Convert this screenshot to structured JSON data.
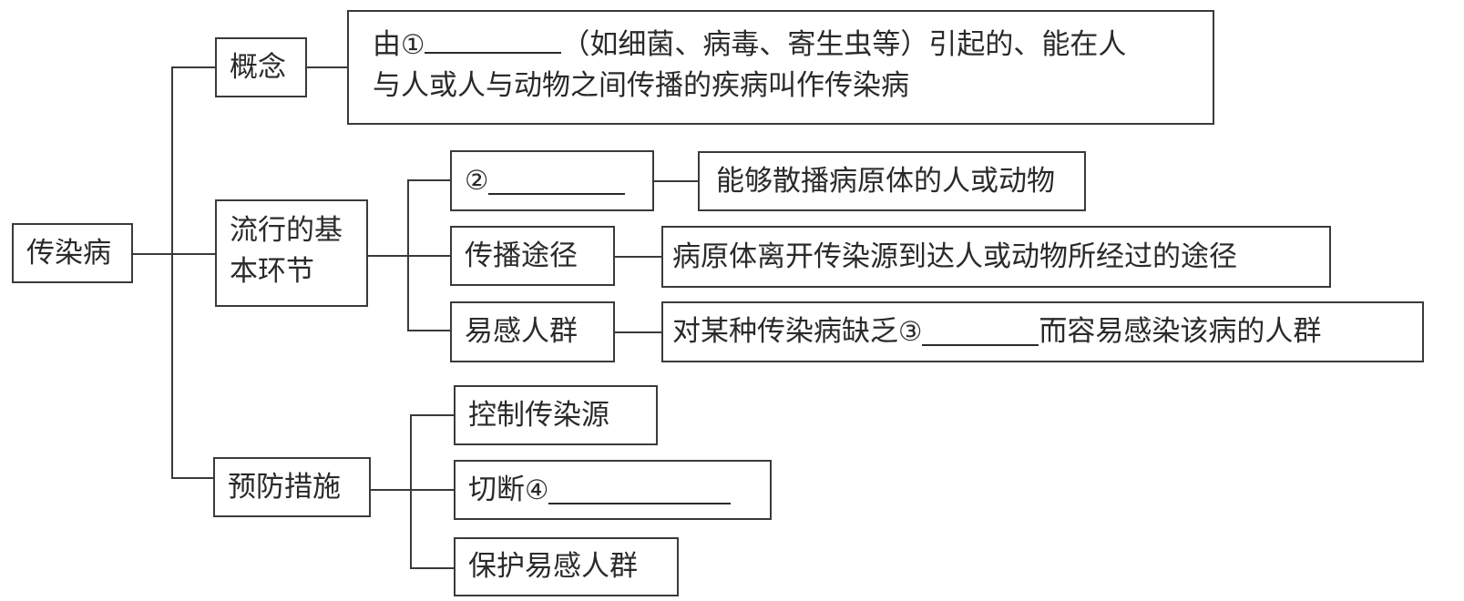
{
  "diagram": {
    "root": {
      "label": "传染病"
    },
    "branches": [
      {
        "id": "concept",
        "label": "概念",
        "detail": {
          "prefix": "由",
          "marker": "①",
          "suffix_line1": "（如细菌、病毒、寄生虫等）引起的、能在人",
          "line2": "与人或人与动物之间传播的疾病叫作传染病"
        }
      },
      {
        "id": "links",
        "label_line1": "流行的基",
        "label_line2": "本环节",
        "children": [
          {
            "label_marker": "②",
            "label_text": "",
            "has_blank": true,
            "detail": "能够散播病原体的人或动物"
          },
          {
            "label_text": "传播途径",
            "detail": "病原体离开传染源到达人或动物所经过的途径"
          },
          {
            "label_text": "易感人群",
            "detail_prefix": "对某种传染病缺乏",
            "detail_marker": "③",
            "detail_suffix": "而容易感染该病的人群"
          }
        ]
      },
      {
        "id": "prevention",
        "label": "预防措施",
        "children": [
          {
            "label_text": "控制传染源"
          },
          {
            "label_text": "切断",
            "label_marker": "④",
            "has_blank": true
          },
          {
            "label_text": "保护易感人群"
          }
        ]
      }
    ]
  }
}
